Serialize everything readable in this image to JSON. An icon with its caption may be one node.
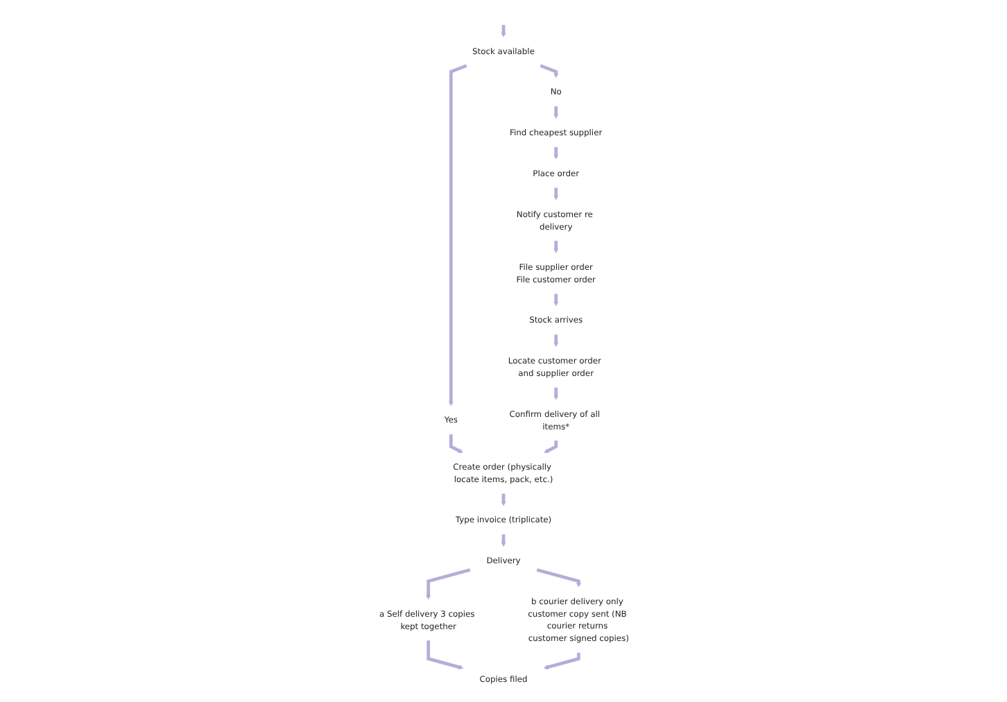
{
  "diagram": {
    "nodes": [
      {
        "text": [
          "Stock available"
        ]
      },
      {
        "text": [
          "Yes"
        ]
      },
      {
        "text": [
          "No"
        ]
      },
      {
        "text": [
          "Find cheapest supplier"
        ]
      },
      {
        "text": [
          "Place order"
        ]
      },
      {
        "text": [
          "Notify customer re delivery"
        ]
      },
      {
        "text": [
          "File supplier order",
          "File customer order"
        ]
      },
      {
        "text": [
          "Stock arrives"
        ]
      },
      {
        "text": [
          "Locate customer order and supplier order"
        ]
      },
      {
        "text": [
          "Confirm delivery of all items*"
        ]
      },
      {
        "text": [
          "Create order (physically locate items, pack, etc.)"
        ]
      },
      {
        "text": [
          "Type invoice (triplicate)"
        ]
      },
      {
        "text": [
          "Delivery"
        ]
      },
      {
        "text": [
          "a Self delivery 3 copies kept together"
        ]
      },
      {
        "text": [
          "b courier delivery only customer copy sent (NB courier returns customer signed copies)"
        ]
      },
      {
        "text": [
          "Copies filed"
        ]
      }
    ],
    "edges": [
      {
        "from": null,
        "to": 0,
        "arrow": "to"
      },
      {
        "from": 0,
        "to": 1,
        "arrow": "to"
      },
      {
        "from": 0,
        "to": 2,
        "arrow": "to"
      },
      {
        "from": 2,
        "to": 3,
        "arrow": "to"
      },
      {
        "from": 3,
        "to": 4,
        "arrow": "to"
      },
      {
        "from": 4,
        "to": 5,
        "arrow": "to"
      },
      {
        "from": 5,
        "to": 6,
        "arrow": "to"
      },
      {
        "from": 6,
        "to": 7,
        "arrow": "to"
      },
      {
        "from": 7,
        "to": 8,
        "arrow": "to"
      },
      {
        "from": 8,
        "to": 9,
        "arrow": "to"
      },
      {
        "from": 1,
        "to": 10,
        "arrow": "to"
      },
      {
        "from": 9,
        "to": 10,
        "arrow": "to"
      },
      {
        "from": 10,
        "to": 11,
        "arrow": "to"
      },
      {
        "from": 11,
        "to": 12,
        "arrow": "to"
      },
      {
        "from": 12,
        "to": 13,
        "arrow": "to"
      },
      {
        "from": 12,
        "to": 14,
        "arrow": "to"
      },
      {
        "from": 13,
        "to": 15,
        "arrow": "to"
      },
      {
        "from": 14,
        "to": 15,
        "arrow": "to"
      }
    ]
  }
}
